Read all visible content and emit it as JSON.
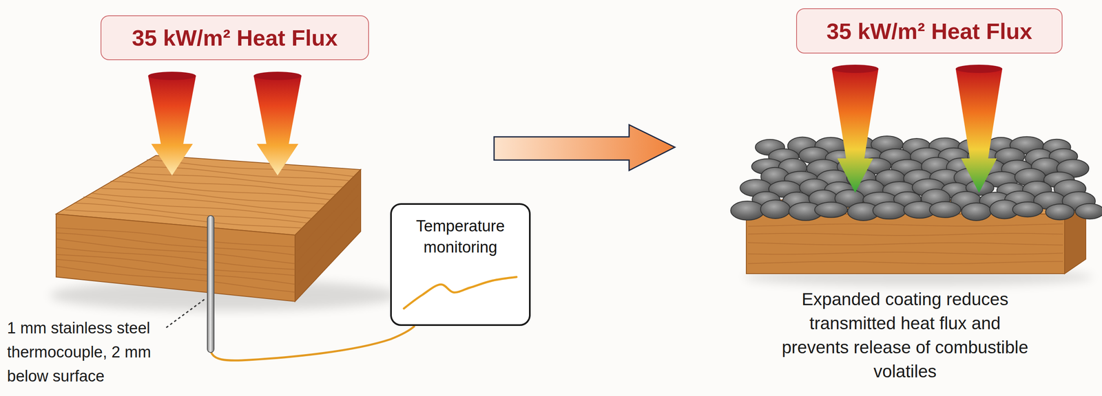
{
  "diagram": {
    "nodes": [
      {
        "text": [
          "35 kW/m² Heat Flux"
        ]
      },
      {
        "text": [
          "Temperature monitoring"
        ]
      },
      {
        "text": [
          "35 kW/m² Heat Flux"
        ]
      }
    ],
    "labels": [
      "1 mm stainless steel thermocouple, 2 mm below surface",
      "Expanded coating reduces transmitted heat flux and prevents release of combustible volatiles"
    ]
  }
}
